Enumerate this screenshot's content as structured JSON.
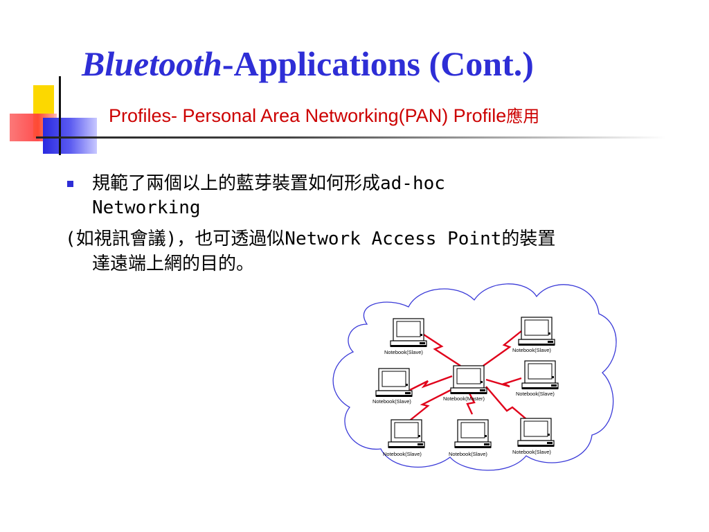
{
  "slide": {
    "title_italic": "Bluetooth",
    "title_rest": "-Applications (Cont.)",
    "subtitle_latin": "Profiles- Personal Area Networking(PAN) Profile",
    "subtitle_cjk": "應用",
    "bullet_line1": "規範了兩個以上的藍芽裝置如何形成ad-hoc",
    "bullet_line2": "Networking",
    "para_line1": "(如視訊會議)，也可透過似Network Access Point的裝置",
    "para_line2": "達遠端上網的目的。"
  },
  "diagram": {
    "master_label": "Notebook(Master)",
    "slave_labels": [
      "Notebook(Slave)",
      "Notebook(Slave)",
      "Notebook(Slave)",
      "Notebook(Slave)",
      "Notebook(Slave)",
      "Notebook(Slave)",
      "Notebook(Slave)"
    ]
  },
  "colors": {
    "title": "#2e2ed6",
    "subtitle": "#cc0000",
    "lightning": "#e0001a",
    "cloud": "#3a3ad8"
  }
}
